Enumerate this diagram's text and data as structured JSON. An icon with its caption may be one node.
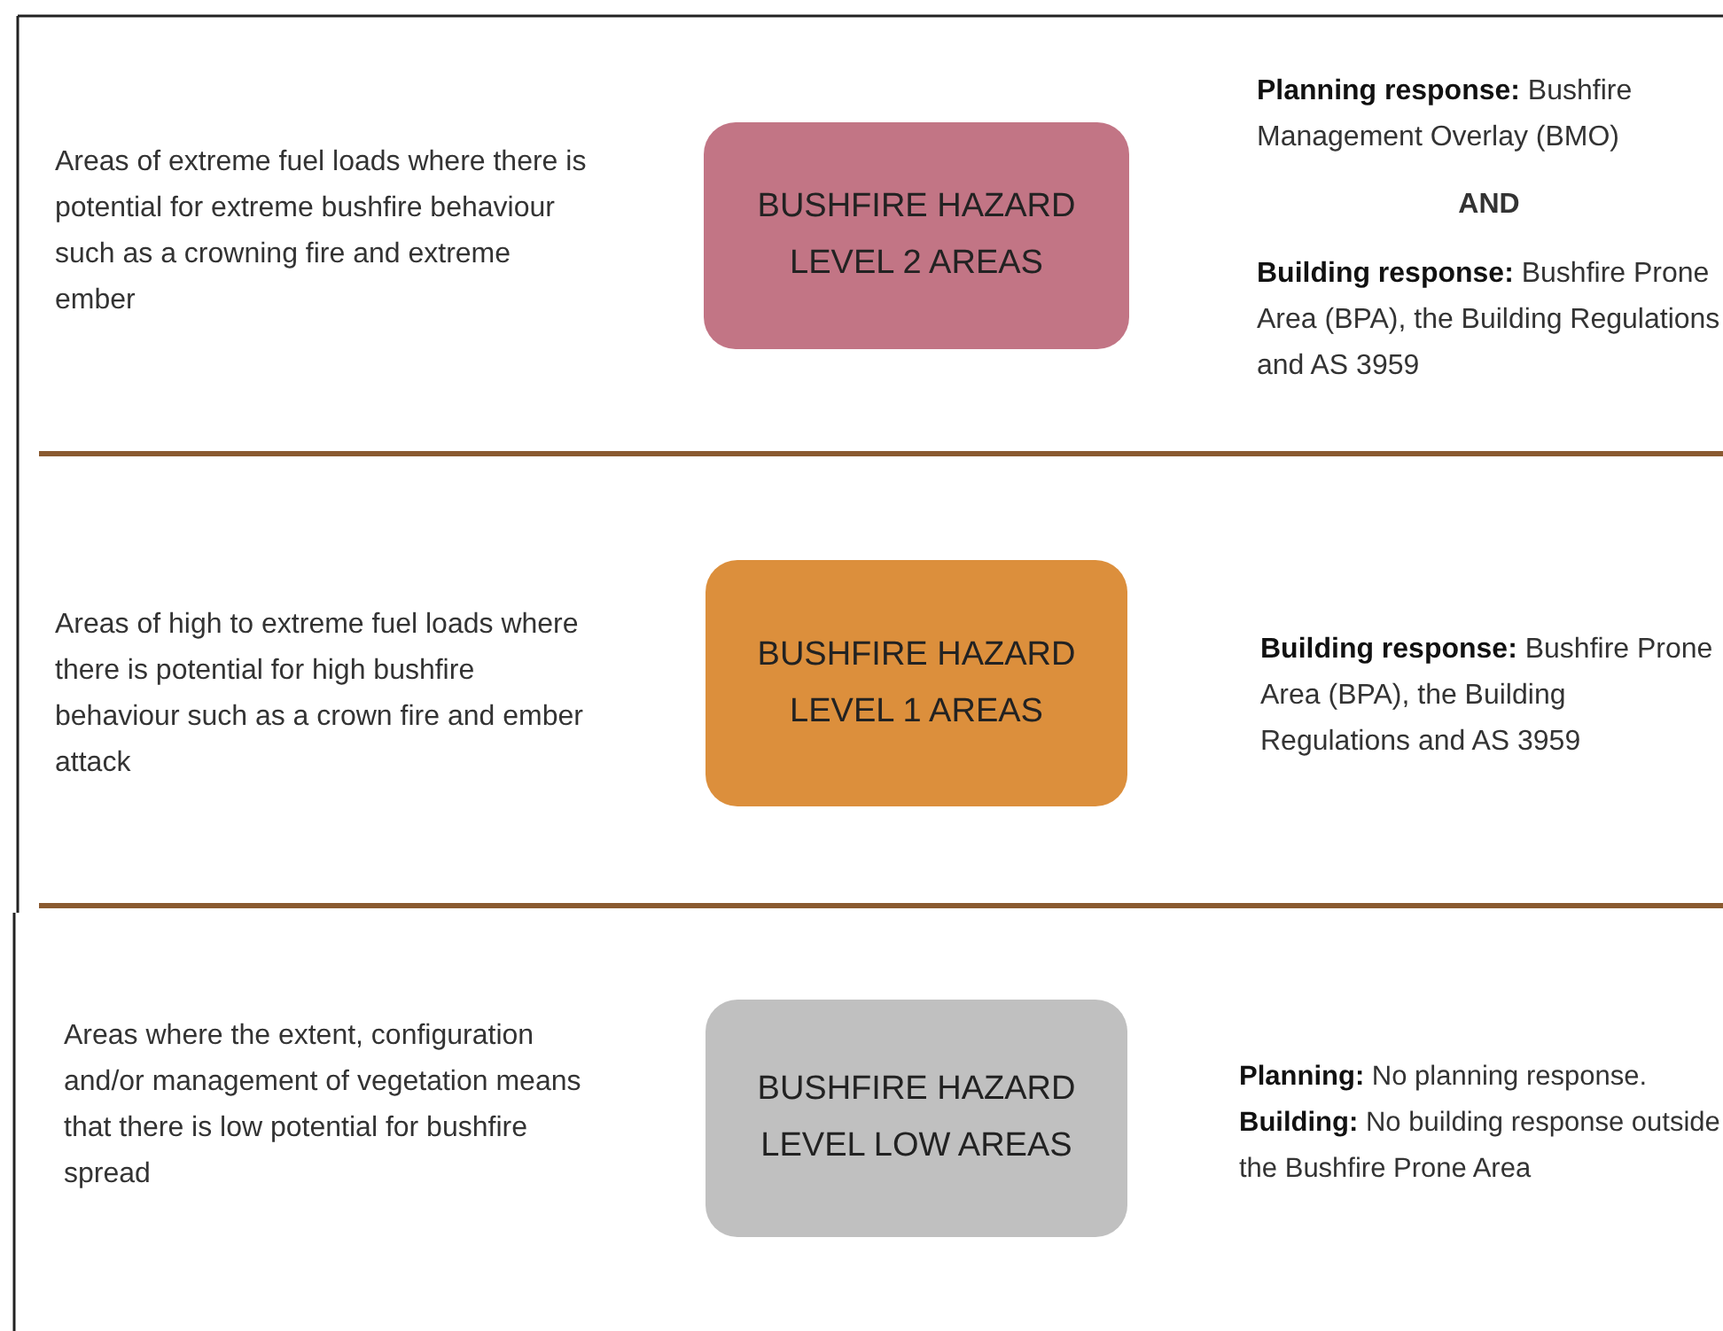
{
  "diagram": {
    "nodes": [
      {
        "text": [
          "BUSHFIRE HAZARD LEVEL 2 AREAS"
        ]
      },
      {
        "text": [
          "BUSHFIRE HAZARD LEVEL 1 AREAS"
        ]
      },
      {
        "text": [
          "BUSHFIRE HAZARD LEVEL LOW AREAS"
        ]
      }
    ],
    "labels": [
      "Areas of extreme fuel loads where there is potential for extreme bushfire behaviour such as a crowning fire and extreme ember",
      "**Planning response:** Bushfire Management Overlay (BMO)",
      "AND",
      "**Building response:** Bushfire Prone Area (BPA), the Building Regulations and AS 3959",
      "Areas of high to extreme fuel loads where there is potential for high bushfire behaviour such as a crown fire and ember attack",
      "**Building response:** Bushfire Prone Area (BPA), the Building Regulations and AS 3959",
      "Areas where the extent, configuration and/or management of vegetation means that there is low potential for bushfire spread",
      "**Planning:** No planning response.",
      "**Building:** No building response outside the Bushfire Prone Area"
    ]
  }
}
